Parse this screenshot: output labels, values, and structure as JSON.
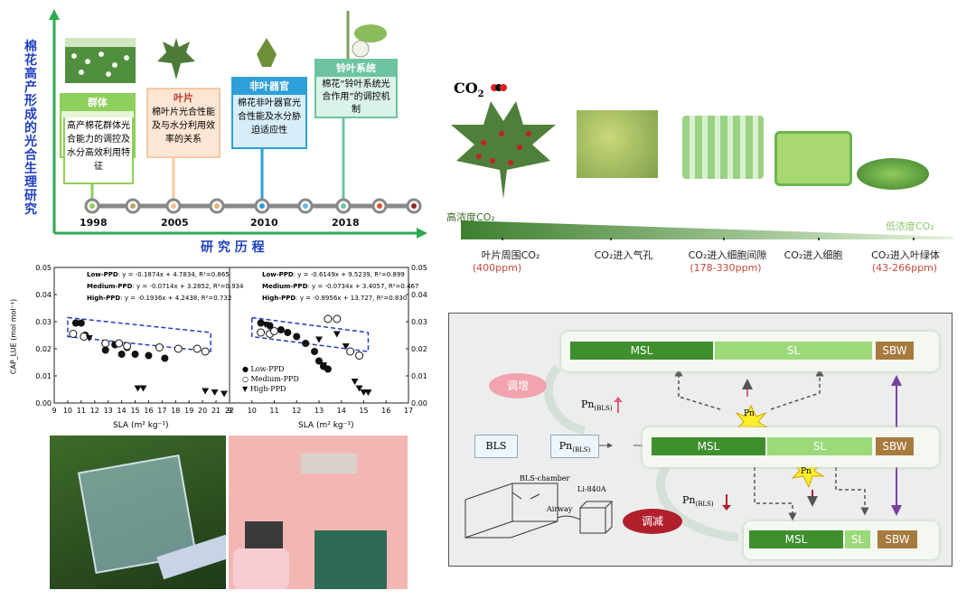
{
  "timeline": {
    "ylabel": "棉花高产形成的光合生理研究",
    "xlabel": "研 究 历 程",
    "years": [
      "1998",
      "2005",
      "2010",
      "2018"
    ],
    "cards": [
      {
        "head": "群体",
        "body": "高产棉花群体光合能力的调控及水分高效利用特征",
        "color": "#8fcf5b",
        "bg": "#e7f5d7"
      },
      {
        "head": "叶片",
        "body": "棉叶片光合性能及与水分利用效率的关系",
        "color": "#f6c9a4",
        "bg": "#fde6d4"
      },
      {
        "head": "非叶器官",
        "body": "棉花非叶器官光合性能及水分胁迫适应性",
        "color": "#2e9fd8",
        "bg": "#d7eef9"
      },
      {
        "head": "铃叶系统",
        "body": "棉花“铃叶系统光合作用”的调控机制",
        "color": "#6cc4a0",
        "bg": "#daf2e7"
      }
    ]
  },
  "co2_path": {
    "title": "CO",
    "title_sub": "2",
    "high_label": "高浓度CO₂",
    "low_label": "低浓度CO₂",
    "steps": [
      {
        "label": "叶片周围CO₂",
        "ppm": "(400ppm)"
      },
      {
        "label": "CO₂进入气孔",
        "ppm": ""
      },
      {
        "label": "CO₂进入细胞间隙",
        "ppm": "(178-330ppm)"
      },
      {
        "label": "CO₂进入细胞",
        "ppm": ""
      },
      {
        "label": "CO₂进入叶绿体",
        "ppm": "(43-266ppm)"
      }
    ]
  },
  "scatter": {
    "ylabel": "CAP_LUE (mol mol⁻¹)",
    "xlabel": "SLA (m² kg⁻¹)",
    "left_eq": [
      {
        "name": "Low-PPD",
        "eq": ": y = -0.1874x + 4.7834, R²=0.865"
      },
      {
        "name": "Medium-PPD",
        "eq": ": y = -0.0714x + 3.2852, R²=0.934"
      },
      {
        "name": "High-PPD",
        "eq": ": y = -0.1936x + 4.2438, R²=0.732"
      }
    ],
    "right_eq": [
      {
        "name": "Low-PPD",
        "eq": ": y = -0.6149x + 9.5239, R²=0.899"
      },
      {
        "name": "Medium-PPD",
        "eq": ": y = -0.0734x + 3.4057, R²=0.467"
      },
      {
        "name": "High-PPD",
        "eq": ": y = -0.8956x + 13.727, R²=0.830"
      }
    ],
    "legend": [
      "Low-PPD",
      "Medium-PPD",
      "High-PPD"
    ],
    "y_ticks": [
      "0.00",
      "0.01",
      "0.02",
      "0.03",
      "0.04",
      "0.05"
    ],
    "x_ticks_left": [
      "9",
      "10",
      "11",
      "12",
      "13",
      "14",
      "15",
      "16",
      "17",
      "18",
      "19",
      "20",
      "21",
      "22"
    ],
    "x_ticks_right": [
      "9",
      "10",
      "11",
      "12",
      "13",
      "14",
      "15",
      "16",
      "17"
    ]
  },
  "chart_data": [
    {
      "type": "scatter",
      "xlabel": "SLA (m² kg⁻¹)",
      "ylabel": "CAP_LUE (mol mol⁻¹)",
      "xlim": [
        9,
        22
      ],
      "ylim": [
        0,
        0.05
      ],
      "series": [
        {
          "name": "Low-PPD",
          "marker": "filled-circle",
          "x": [
            10.6,
            11.0,
            11.3,
            12.8,
            13.5,
            14.0,
            14.4,
            15.0,
            16.0,
            17.2
          ],
          "y": [
            0.0295,
            0.0295,
            0.025,
            0.0195,
            0.0215,
            0.018,
            0.0205,
            0.018,
            0.0175,
            0.0165
          ]
        },
        {
          "name": "Medium-PPD",
          "marker": "open-circle",
          "x": [
            10.4,
            11.2,
            12.8,
            13.8,
            14.4,
            16.8,
            18.2,
            19.6,
            20.2
          ],
          "y": [
            0.0255,
            0.0245,
            0.022,
            0.022,
            0.021,
            0.0205,
            0.02,
            0.02,
            0.019
          ]
        },
        {
          "name": "High-PPD",
          "marker": "triangle",
          "x": [
            11.6,
            15.2,
            15.6,
            20.2,
            20.9,
            21.6
          ],
          "y": [
            0.024,
            0.0055,
            0.0055,
            0.0045,
            0.004,
            0.0035
          ]
        }
      ]
    },
    {
      "type": "scatter",
      "xlabel": "SLA (m² kg⁻¹)",
      "ylabel": "CAP_LUE (mol mol⁻¹)",
      "xlim": [
        9,
        17
      ],
      "ylim": [
        0,
        0.05
      ],
      "series": [
        {
          "name": "Low-PPD",
          "marker": "filled-circle",
          "x": [
            10.4,
            10.8,
            11.3,
            11.6,
            12.0,
            12.4,
            12.8,
            13.0,
            13.2,
            13.4
          ],
          "y": [
            0.0295,
            0.0285,
            0.027,
            0.026,
            0.0245,
            0.022,
            0.019,
            0.0155,
            0.0135,
            0.0125
          ]
        },
        {
          "name": "Medium-PPD",
          "marker": "open-circle",
          "x": [
            10.4,
            10.8,
            11.0,
            13.4,
            13.8,
            14.4,
            14.8
          ],
          "y": [
            0.026,
            0.0255,
            0.0265,
            0.031,
            0.031,
            0.019,
            0.0175
          ]
        },
        {
          "name": "High-PPD",
          "marker": "triangle",
          "x": [
            10.6,
            13.0,
            13.2,
            13.8,
            14.2,
            14.6,
            14.8,
            15.0,
            15.2
          ],
          "y": [
            0.029,
            0.0235,
            0.014,
            0.0255,
            0.021,
            0.008,
            0.0055,
            0.004,
            0.004
          ]
        }
      ]
    }
  ],
  "regulation": {
    "bars_top": [
      "MSL",
      "SL",
      "SBW"
    ],
    "bars_mid": [
      "MSL",
      "SL",
      "SBW"
    ],
    "bars_bot": [
      "MSL",
      "SL",
      "SBW"
    ],
    "up_label": "调增",
    "down_label": "调减",
    "pn": "Pn",
    "pn_sub": "(BLS)",
    "bls": "BLS",
    "bls_chamber": "BLS-chamber",
    "li840a": "Li-840A",
    "airway": "Airway",
    "burst": "Pn"
  }
}
